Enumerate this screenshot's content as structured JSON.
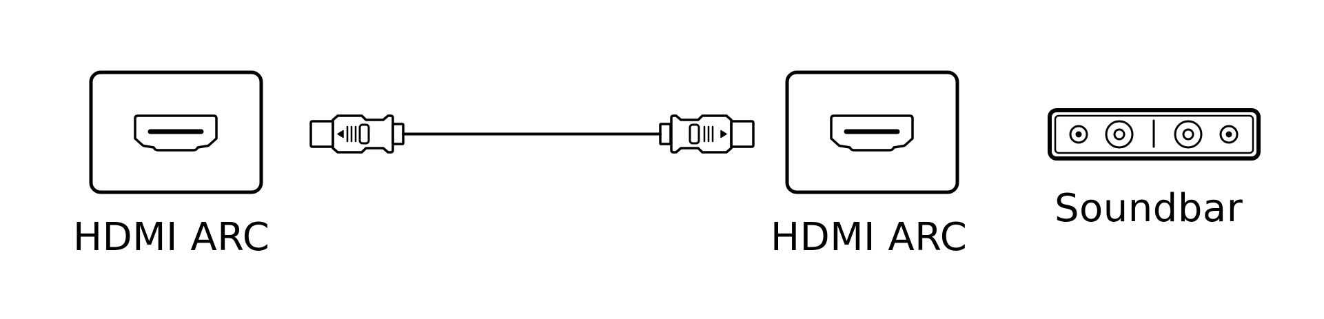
{
  "diagram": {
    "left_port": {
      "label": "HDMI ARC",
      "icon": "hdmi-port-icon"
    },
    "cable": {
      "icon": "hdmi-cable-icon"
    },
    "right_port": {
      "label": "HDMI ARC",
      "icon": "hdmi-port-icon"
    },
    "soundbar": {
      "label": "Soundbar",
      "icon": "soundbar-icon"
    },
    "colors": {
      "stroke": "#000000",
      "background": "#ffffff"
    }
  }
}
